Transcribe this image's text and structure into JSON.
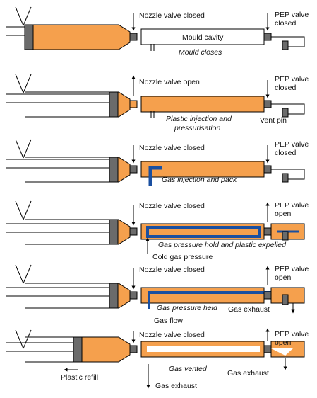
{
  "colors": {
    "plastic": "#f5a04d",
    "gas": "#1a4fa0",
    "piston": "#6b6b6b",
    "stroke": "#000000",
    "background": "#ffffff"
  },
  "stages": [
    {
      "nozzle_label": "Nozzle valve closed",
      "pep_label_1": "PEP valve",
      "pep_label_2": "closed",
      "caption_1": "Mould cavity",
      "caption_2": "Mould closes",
      "caption_3": "",
      "left_note": "",
      "bottom_note": ""
    },
    {
      "nozzle_label": "Nozzle valve open",
      "pep_label_1": "PEP valve",
      "pep_label_2": "closed",
      "caption_1": "Plastic injection and",
      "caption_2": "pressurisation",
      "caption_3": "Vent pin",
      "left_note": "",
      "bottom_note": ""
    },
    {
      "nozzle_label": "Nozzle valve closed",
      "pep_label_1": "PEP valve",
      "pep_label_2": "closed",
      "caption_1": "Gas injection and pack",
      "caption_2": "",
      "caption_3": "",
      "left_note": "",
      "bottom_note": ""
    },
    {
      "nozzle_label": "Nozzle valve closed",
      "pep_label_1": "PEP valve",
      "pep_label_2": "open",
      "caption_1": "Gas pressure hold and plastic expelled",
      "caption_2": "",
      "caption_3": "",
      "left_note": "",
      "bottom_note": "Cold gas pressure"
    },
    {
      "nozzle_label": "Nozzle valve closed",
      "pep_label_1": "PEP valve",
      "pep_label_2": "open",
      "caption_1": "Gas pressure held",
      "caption_2": "",
      "caption_3": "Gas exhaust",
      "left_note": "",
      "bottom_note": "Gas flow"
    },
    {
      "nozzle_label": "Nozzle valve closed",
      "pep_label_1": "PEP valve",
      "pep_label_2": "open",
      "caption_1": "Gas vented",
      "caption_2": "",
      "caption_3": "Gas exhaust",
      "left_note": "Plastic refill",
      "bottom_note": "Gas exhaust"
    }
  ]
}
